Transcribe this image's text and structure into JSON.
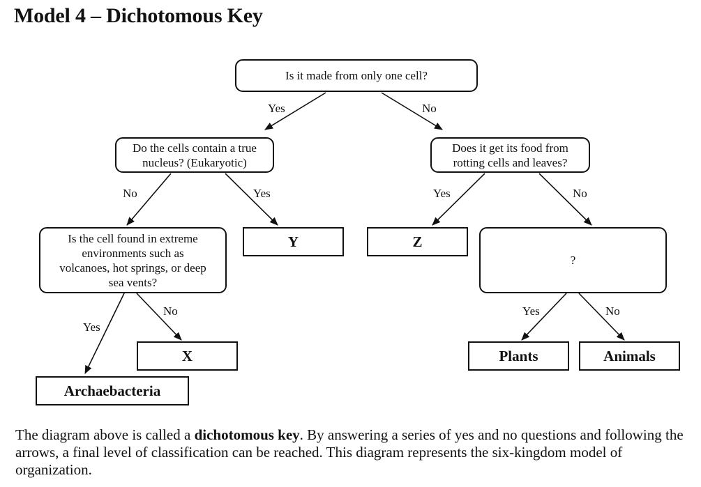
{
  "title": "Model 4 – Dichotomous Key",
  "nodes": {
    "q1": "Is it made from only one cell?",
    "q2": "Do the cells contain a true nucleus? (Eukaryotic)",
    "q3": "Does it get its food from rotting cells and leaves?",
    "q4": "Is the cell found in extreme environments such as volcanoes, hot springs, or deep sea vents?",
    "q5": "?",
    "y": "Y",
    "z": "Z",
    "x": "X",
    "archaebacteria": "Archaebacteria",
    "plants": "Plants",
    "animals": "Animals"
  },
  "labels": {
    "q1_yes": "Yes",
    "q1_no": "No",
    "q2_no": "No",
    "q2_yes": "Yes",
    "q3_yes": "Yes",
    "q3_no": "No",
    "q4_no": "No",
    "q4_yes": "Yes",
    "q5_yes": "Yes",
    "q5_no": "No"
  },
  "caption": {
    "before": "The diagram above is called a ",
    "term": "dichotomous key",
    "after": ". By answering a series of yes and no questions and following the arrows, a final level of classification can be reached. This diagram represents the six-kingdom model of organization."
  }
}
